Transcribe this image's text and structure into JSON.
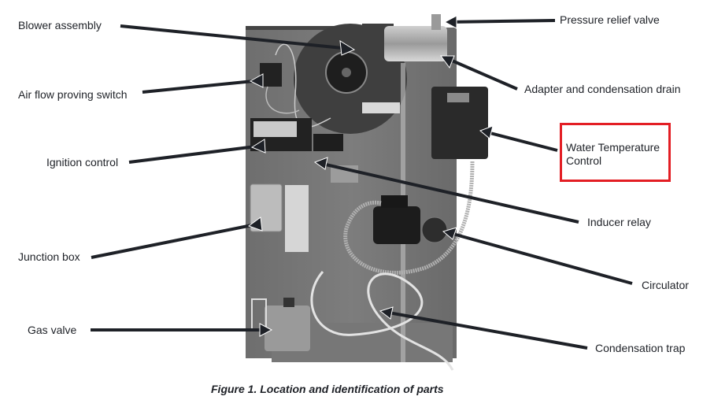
{
  "figure": {
    "caption": "Figure 1.  Location and identification of parts",
    "highlight_color": "#e31e24",
    "leader_color": "#1e2127"
  },
  "labels": {
    "blower_assembly": "Blower assembly",
    "air_flow_proving_switch": "Air flow proving switch",
    "ignition_control": "Ignition control",
    "junction_box": "Junction box",
    "gas_valve": "Gas valve",
    "pressure_relief_valve": "Pressure relief valve",
    "adapter_condensation_drain": "Adapter and condensation drain",
    "water_temperature_control": "Water Temperature Control",
    "inducer_relay": "Inducer relay",
    "circulator": "Circulator",
    "condensation_trap": "Condensation trap"
  }
}
